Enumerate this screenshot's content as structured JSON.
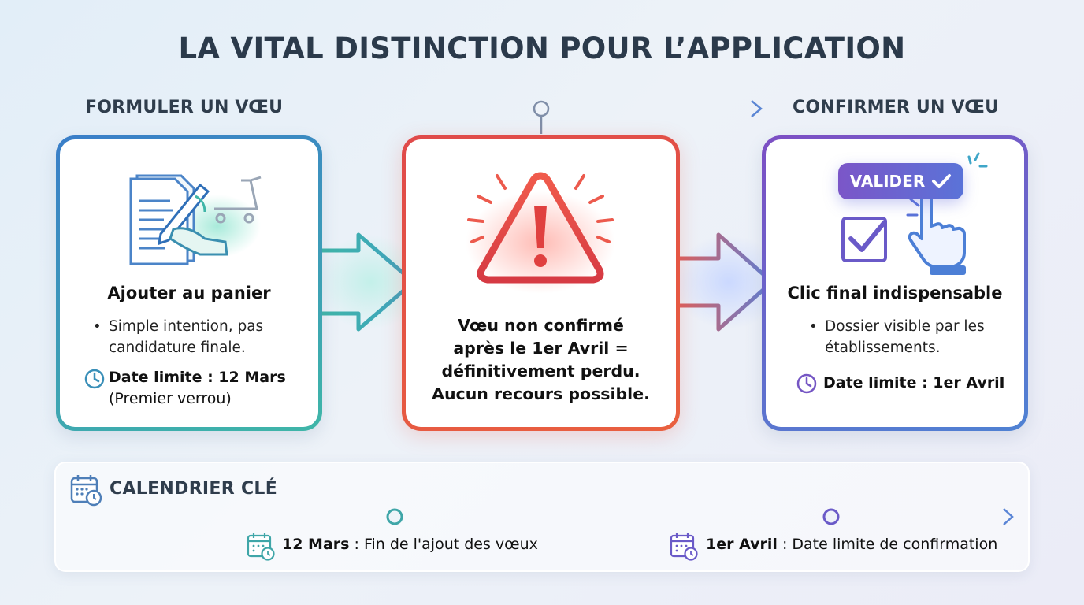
{
  "title": "LA VITAL DISTINCTION POUR L’APPLICATION",
  "left": {
    "header": "FORMULER UN VŒU",
    "heading": "Ajouter au panier",
    "bullet": "Simple intention, pas candidature finale.",
    "deadline_label": "Date limite : 12 Mars",
    "deadline_note": "(Premier verrou)",
    "icon": "document-signing-cart-icon"
  },
  "middle": {
    "warning_lines": [
      "Vœu non confirmé",
      "après le 1er Avril =",
      "définitivement perdu.",
      "Aucun recours possible."
    ],
    "icon": "warning-triangle-icon"
  },
  "right": {
    "header": "CONFIRMER UN VŒU",
    "button_label": "VALIDER",
    "heading": "Clic final indispensable",
    "bullet": "Dossier visible par les établissements.",
    "deadline_label": "Date limite : 1er Avril",
    "icon": "checkbox-click-icon"
  },
  "calendar": {
    "title": "CALENDRIER CLÉ",
    "items": [
      {
        "date": "12 Mars",
        "text": " : Fin de l'ajout des vœux"
      },
      {
        "date": "1er Avril",
        "text": " : Date limite de confirmation"
      }
    ]
  },
  "colors": {
    "teal": "#3fb6a8",
    "blue": "#3a7ec9",
    "red": "#e04a4a",
    "purple": "#7d4fc4",
    "title": "#2b3a4b"
  }
}
